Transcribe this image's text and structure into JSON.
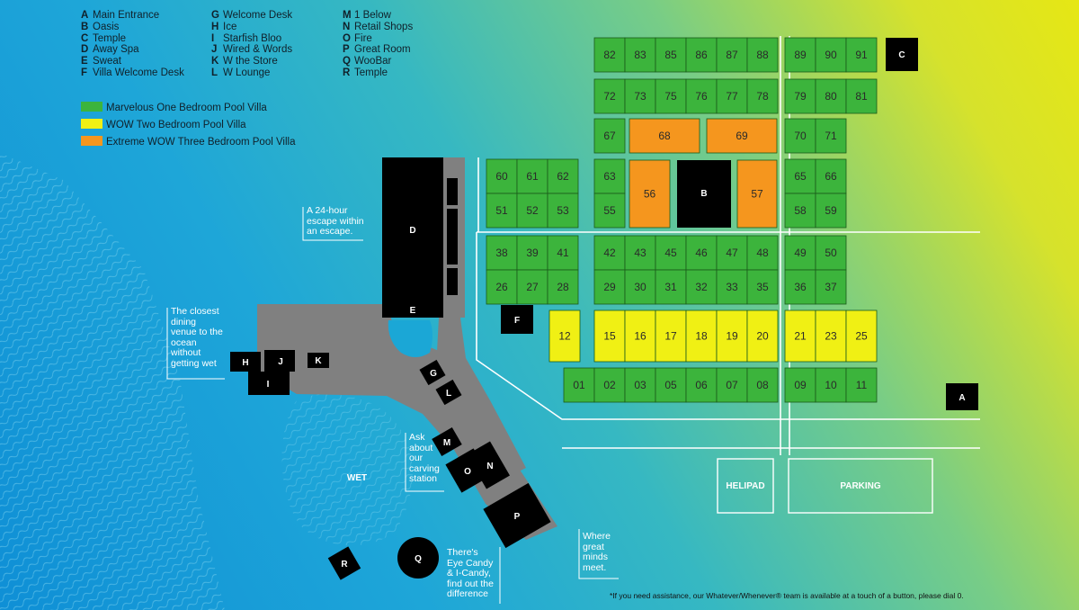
{
  "legend": {
    "col1": [
      {
        "key": "A",
        "name": "Main Entrance"
      },
      {
        "key": "B",
        "name": "Oasis"
      },
      {
        "key": "C",
        "name": "Temple"
      },
      {
        "key": "D",
        "name": "Away Spa"
      },
      {
        "key": "E",
        "name": "Sweat"
      },
      {
        "key": "F",
        "name": "Villa Welcome Desk"
      }
    ],
    "col2": [
      {
        "key": "G",
        "name": "Welcome Desk"
      },
      {
        "key": "H",
        "name": "Ice"
      },
      {
        "key": "I",
        "name": "Starfish Bloo"
      },
      {
        "key": "J",
        "name": "Wired & Words"
      },
      {
        "key": "K",
        "name": "W the Store"
      },
      {
        "key": "L",
        "name": "W Lounge"
      }
    ],
    "col3": [
      {
        "key": "M",
        "name": "1 Below"
      },
      {
        "key": "N",
        "name": "Retail Shops"
      },
      {
        "key": "O",
        "name": "Fire"
      },
      {
        "key": "P",
        "name": "Great Room"
      },
      {
        "key": "Q",
        "name": "WooBar"
      },
      {
        "key": "R",
        "name": "Temple"
      }
    ]
  },
  "villa_types": [
    {
      "name": "Marvelous One Bedroom Pool Villa",
      "color": "#3cb43c"
    },
    {
      "name": "WOW Two Bedroom Pool Villa",
      "color": "#f0f014"
    },
    {
      "name": "Extreme WOW Three Bedroom Pool Villa",
      "color": "#f5961e"
    }
  ],
  "colors": {
    "green": "#3cb43c",
    "yellow": "#f0f014",
    "orange": "#f5961e",
    "building": "#000000",
    "path": "#808080"
  },
  "villas": {
    "green": [
      "82",
      "83",
      "85",
      "86",
      "87",
      "88",
      "89",
      "90",
      "91",
      "72",
      "73",
      "75",
      "76",
      "77",
      "78",
      "79",
      "80",
      "81",
      "67",
      "70",
      "71",
      "60",
      "61",
      "62",
      "51",
      "52",
      "53",
      "63",
      "55",
      "65",
      "66",
      "58",
      "59",
      "38",
      "39",
      "41",
      "26",
      "27",
      "28",
      "42",
      "43",
      "45",
      "46",
      "47",
      "48",
      "29",
      "30",
      "31",
      "32",
      "33",
      "35",
      "49",
      "50",
      "36",
      "37",
      "01",
      "02",
      "03",
      "05",
      "06",
      "07",
      "08",
      "09",
      "10",
      "11"
    ],
    "yellow": [
      "12",
      "15",
      "16",
      "17",
      "18",
      "19",
      "20",
      "21",
      "23",
      "25"
    ],
    "orange": [
      "68",
      "69",
      "56",
      "57"
    ]
  },
  "buildings": [
    "A",
    "B",
    "C",
    "D",
    "E",
    "F",
    "G",
    "H",
    "I",
    "J",
    "K",
    "L",
    "M",
    "N",
    "O",
    "P",
    "Q",
    "R"
  ],
  "areas": {
    "wet": "WET",
    "helipad": "HELIPAD",
    "parking": "PARKING"
  },
  "notes": {
    "spa": [
      "A 24-hour",
      "escape within",
      "an escape."
    ],
    "dining": [
      "The closest",
      "dining",
      "venue to the",
      "ocean",
      "without",
      "getting wet"
    ],
    "carving": [
      "Ask",
      "about",
      "our",
      "carving",
      "station"
    ],
    "woobar": [
      "There's",
      "Eye Candy",
      "& I-Candy,",
      "find out the",
      "difference"
    ],
    "greatroom": [
      "Where",
      "great",
      "minds",
      "meet."
    ]
  },
  "footnote": "*If you need assistance, our Whatever/Whenever® team is available at a touch of a button, please dial 0."
}
